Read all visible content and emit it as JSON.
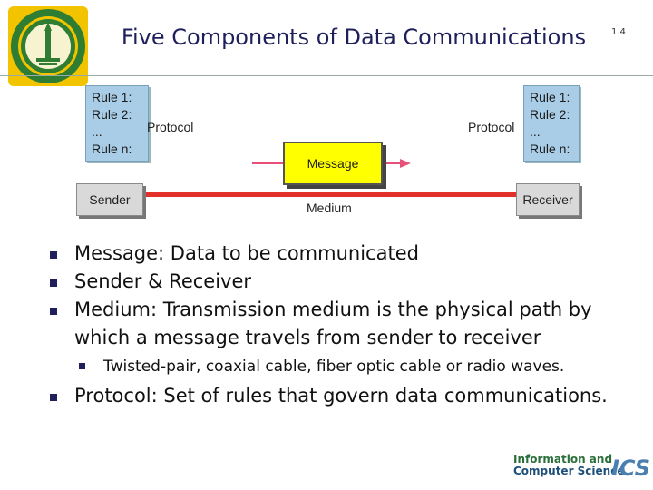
{
  "header": {
    "title": "Five Components of Data Communications",
    "slide_number": "1.4",
    "logo_alt": "university-seal"
  },
  "diagram": {
    "left_rules": [
      "Rule 1:",
      "Rule 2:",
      "...",
      "Rule n:"
    ],
    "right_rules": [
      "Rule 1:",
      "Rule 2:",
      "...",
      "Rule n:"
    ],
    "left_protocol_label": "Protocol",
    "right_protocol_label": "Protocol",
    "message_label": "Message",
    "sender_label": "Sender",
    "receiver_label": "Receiver",
    "medium_label": "Medium"
  },
  "bullets": [
    {
      "text": "Message: Data to be communicated"
    },
    {
      "text": "Sender & Receiver"
    },
    {
      "text": "Medium: Transmission medium is the physical path by which a message travels from sender to receiver",
      "sub": [
        "Twisted-pair, coaxial cable, fiber optic cable or radio waves."
      ]
    },
    {
      "text": "Protocol: Set of rules that govern data communications."
    }
  ],
  "footer": {
    "logo_line1": "Information and",
    "logo_line2": "Computer Science",
    "logo_mark": "ICS"
  },
  "colors": {
    "title": "#1f1f5c",
    "rule_box": "#a9cde6",
    "message_box": "#ffff00",
    "medium_line": "#e2302a",
    "logo_green": "#2e7d32",
    "logo_gold": "#f2c400"
  }
}
